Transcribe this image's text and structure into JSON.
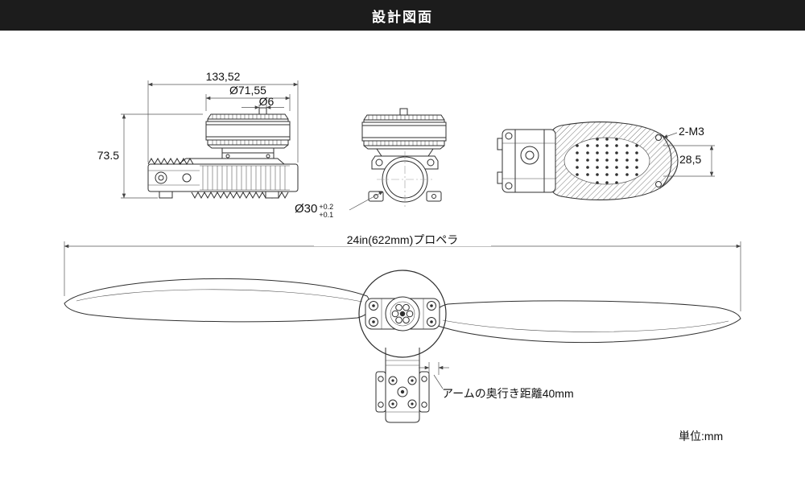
{
  "header": {
    "title": "設計図面"
  },
  "side_view": {
    "overall_width": "133,52",
    "motor_diameter": "Ø71,55",
    "shaft_diameter": "Ø6",
    "overall_height": "73.5"
  },
  "front_view": {
    "bore_diameter": "Ø30",
    "bore_tol_upper": "+0.2",
    "bore_tol_lower": "+0.1"
  },
  "top_view": {
    "screw_spec": "2-M3",
    "mount_height": "28,5"
  },
  "propeller_view": {
    "propeller_label": "24in(622mm)プロペラ",
    "arm_depth_label": "アームの奥行き距離40mm"
  },
  "footer": {
    "units_label": "単位:mm"
  },
  "colors": {
    "header_bg": "#1c1c1c",
    "header_text": "#ffffff",
    "line": "#2f2f2f",
    "page_bg": "#ffffff"
  }
}
